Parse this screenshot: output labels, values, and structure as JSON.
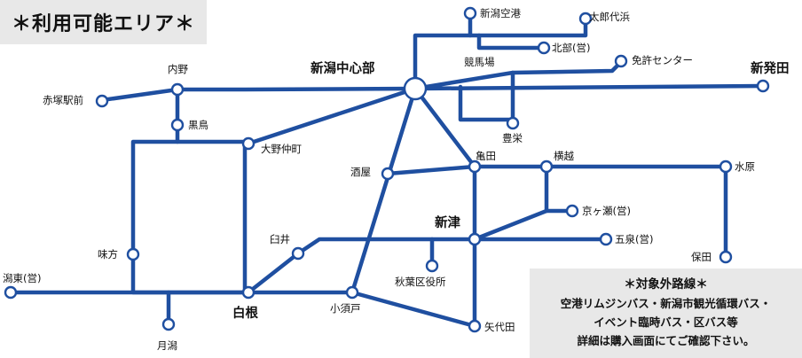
{
  "title": "＊利用可能エリア＊",
  "colors": {
    "route": "#1f4fa0",
    "stop_fill": "#ffffff",
    "panel": "#e8e8e8",
    "text": "#111111"
  },
  "stations": {
    "niigata_center": "新潟中心部",
    "niigata_airport": "新潟空港",
    "taroudai_hama": "太郎代浜",
    "hokubu": "北部(営)",
    "keibajo": "競馬場",
    "menkyo_center": "免許センター",
    "shibata": "新発田",
    "hoei": "豊栄",
    "uchino": "内野",
    "akatsuka": "赤塚駅前",
    "kurotori": "黒鳥",
    "ohnonakamachi": "大野仲町",
    "sakaya": "酒屋",
    "kameda": "亀田",
    "yokogoshi": "横越",
    "suibara": "水原",
    "kyogase": "京ヶ瀬(営)",
    "niitsu": "新津",
    "usui": "臼井",
    "gosen": "五泉(営)",
    "ajikata": "味方",
    "kata_higashi": "潟東(営)",
    "akiha_ward": "秋葉区役所",
    "yasuda": "保田",
    "shirone": "白根",
    "kosudo": "小須戸",
    "yashirota": "矢代田",
    "tsukigata": "月潟"
  },
  "note": {
    "title": "＊対象外路線＊",
    "line1": "空港リムジンバス・新潟市観光循環バス・",
    "line2": "イベント臨時バス・区バス等",
    "line3": "詳細は購入画面にてご確認下さい。"
  }
}
